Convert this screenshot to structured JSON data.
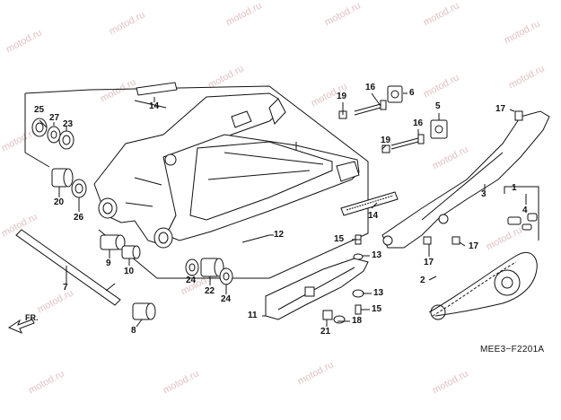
{
  "diagram": {
    "watermark_text": "motod.ru",
    "diagram_code": "MEE3−F2201A",
    "direction_label": "FR.",
    "callouts": [
      "1",
      "2",
      "3",
      "4",
      "5",
      "6",
      "7",
      "8",
      "9",
      "10",
      "11",
      "12",
      "13",
      "13",
      "14",
      "14",
      "15",
      "15",
      "16",
      "16",
      "17",
      "17",
      "17",
      "18",
      "19",
      "19",
      "20",
      "21",
      "22",
      "23",
      "24",
      "24",
      "25",
      "26",
      "27"
    ]
  }
}
